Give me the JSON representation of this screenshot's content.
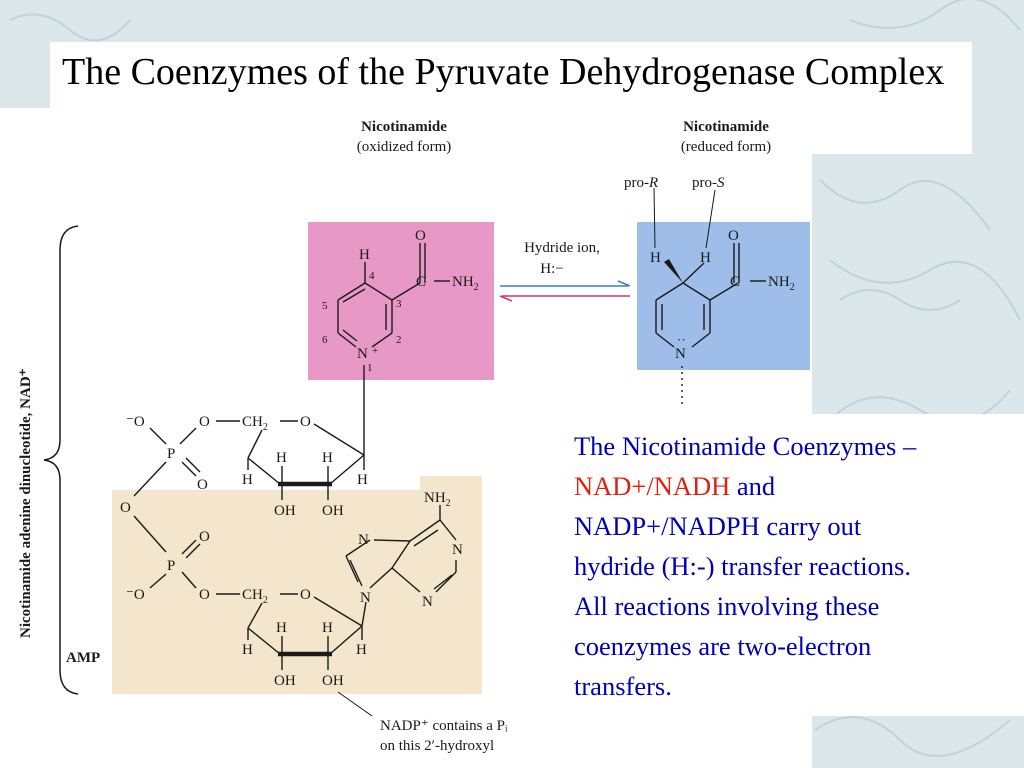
{
  "slide": {
    "title": "The Coenzymes of the Pyruvate Dehydrogenase Complex",
    "body": {
      "line1": "The Nicotinamide Coenzymes –",
      "highlight": "NAD+/NADH",
      "after_highlight": " and",
      "line3": "NADP+/NADPH carry out",
      "line4": "hydride (H:-) transfer reactions.",
      "line5": "All reactions involving these",
      "line6": "coenzymes are two-electron",
      "line7": "transfers."
    }
  },
  "diagram": {
    "oxidized": {
      "name": "Nicotinamide",
      "form": "(oxidized form)"
    },
    "reduced": {
      "name": "Nicotinamide",
      "form": "(reduced form)"
    },
    "hydride": {
      "line1": "Hydride ion,",
      "line2": "H:−"
    },
    "pro_r": "pro-R",
    "pro_s": "pro-S",
    "nad_label": "Nicotinamide adenine dinucleotide, NAD⁺",
    "amp_label": "AMP",
    "nadp_note": {
      "line1": "NADP⁺ contains a Pᵢ",
      "line2": "on this 2′-hydroxyl"
    },
    "colors": {
      "oxidized_box": "#e898c6",
      "reduced_box": "#9ebde8",
      "amp_box": "#f4e6cc",
      "body_text": "#0000b4",
      "highlight": "#e0200e"
    }
  }
}
